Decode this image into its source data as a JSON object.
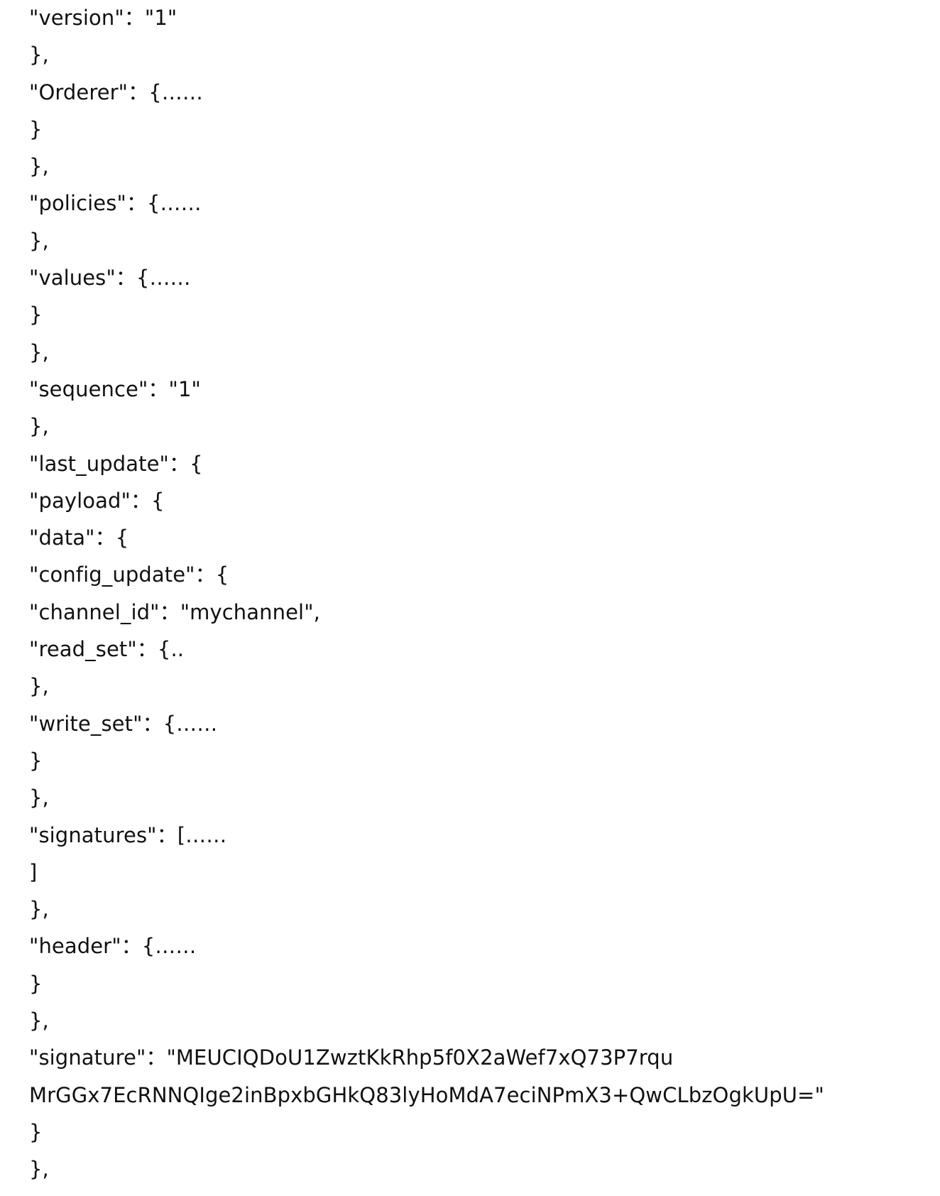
{
  "document": {
    "lines": [
      "\"version\"：\"1\"",
      "},",
      "\"Orderer\"：{……",
      "}",
      "},",
      "\"policies\"：{……",
      "},",
      "\"values\"：{……",
      "}",
      "},",
      "\"sequence\"：\"1\"",
      "},",
      "\"last_update\"：{",
      "\"payload\"：{",
      "\"data\"：{",
      "\"config_update\"：{",
      "\"channel_id\"：\"mychannel\",",
      "\"read_set\"：{..",
      "},",
      "\"write_set\"：{……",
      "}",
      "},",
      "\"signatures\"：[……",
      "]",
      "},",
      "\"header\"：{……",
      "}",
      "},",
      "\"signature\"：\"MEUCIQDoU1ZwztKkRhp5f0X2aWef7xQ73P7rqu",
      "MrGGx7EcRNNQIge2inBpxbGHkQ83lyHoMdA7eciNPmX3+QwCLbzOgkUpU=\"",
      "}",
      "},"
    ]
  }
}
